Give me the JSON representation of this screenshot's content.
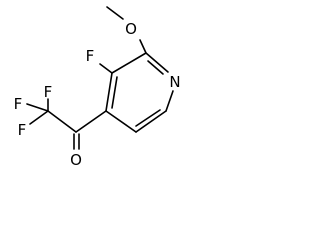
{
  "molecule": {
    "atoms": [
      {
        "id": "O1",
        "label": "O"
      },
      {
        "id": "N1",
        "label": "N"
      },
      {
        "id": "F_ring",
        "label": "F"
      },
      {
        "id": "F_a",
        "label": "F"
      },
      {
        "id": "F_b",
        "label": "F"
      },
      {
        "id": "F_c",
        "label": "F"
      },
      {
        "id": "O_carbonyl",
        "label": "O"
      }
    ]
  }
}
